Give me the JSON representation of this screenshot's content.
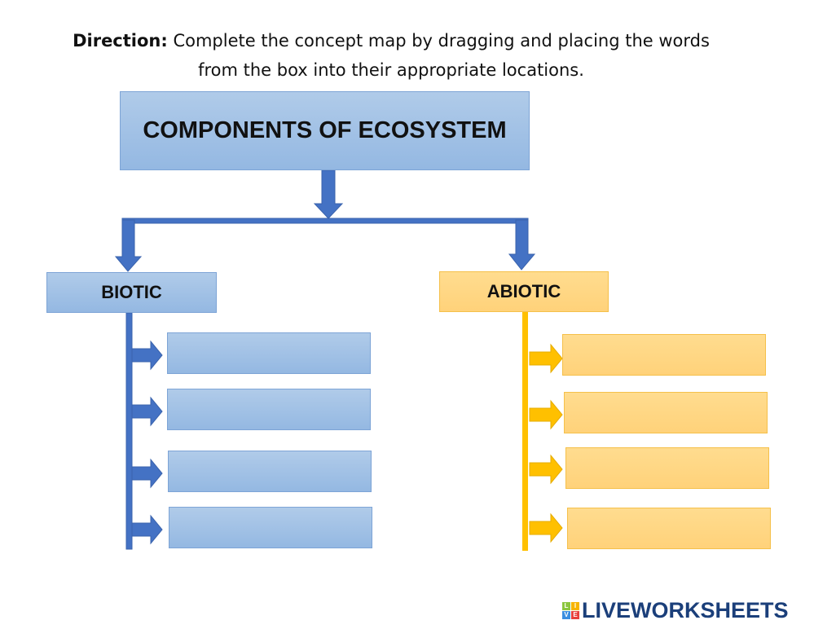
{
  "direction": {
    "label": "Direction:",
    "text": "Complete the concept map by dragging and placing the words",
    "text2": "from the box into their appropriate locations."
  },
  "title": "COMPONENTS OF ECOSYSTEM",
  "biotic": {
    "label": "BIOTIC",
    "slots": [
      "",
      "",
      "",
      ""
    ]
  },
  "abiotic": {
    "label": "ABIOTIC",
    "slots": [
      "",
      "",
      "",
      ""
    ]
  },
  "colors": {
    "blue": "#4472c4",
    "gold": "#ffc000"
  },
  "logo": {
    "tiles": [
      "L",
      "I",
      "V",
      "E"
    ],
    "text": "LIVEWORKSHEETS"
  }
}
